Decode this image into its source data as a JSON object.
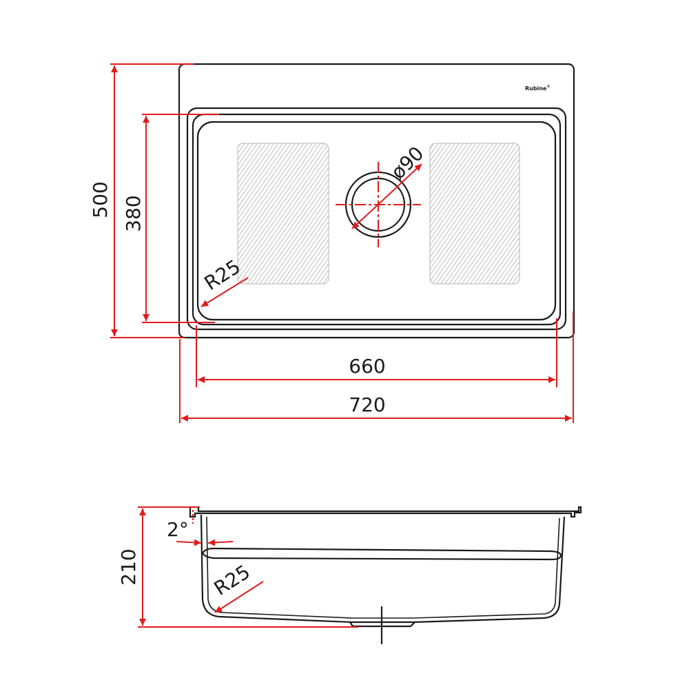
{
  "brand": {
    "logo_text": "Rubine",
    "logo_mark": "®"
  },
  "dimensions": {
    "outer_height": "500",
    "bowl_height": "380",
    "bowl_width": "660",
    "outer_width": "720",
    "drain_diameter": "ø90",
    "corner_radius_top": "R25",
    "depth": "210",
    "draft_angle": "2°",
    "corner_radius_side": "R25"
  },
  "colors": {
    "dimension_lines": "#e01b1b",
    "outline": "#1a1a1a"
  }
}
